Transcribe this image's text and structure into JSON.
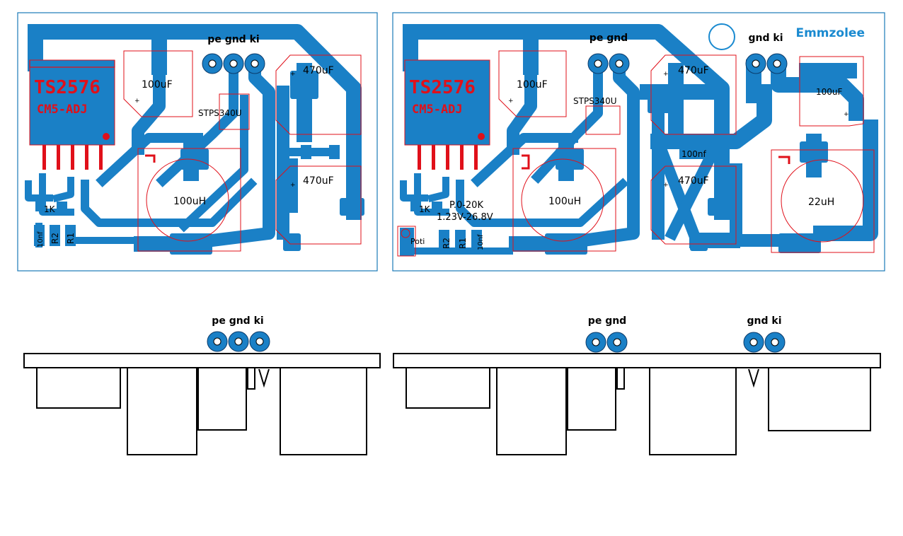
{
  "colors": {
    "copper": "#1a80c6",
    "silk": "#e0101a",
    "outline": "#1a7ab8",
    "pin_hole": "#ffffff",
    "side_view": "#000000"
  },
  "board_left": {
    "chip_name": "TS2576",
    "chip_variant": "CM5-ADJ",
    "connector_label": "pe gnd ki",
    "c_in": "100uF",
    "diode": "STPS340U",
    "c_out_1": "470uF",
    "c_out_2": "470uF",
    "inductor": "100uH",
    "resistor_1k": "1K",
    "cap_10n": "10nf",
    "r2": "R2",
    "r1": "R1"
  },
  "board_right": {
    "brand": "Emmzolee",
    "chip_name": "TS2576",
    "chip_variant": "CM5-ADJ",
    "connector_out_label": "pe gnd",
    "connector_in_label": "gnd ki",
    "c_in": "100uF",
    "diode": "STPS340U",
    "c_out_1": "470uF",
    "c_out_2": "470uF",
    "cap_100n": "100nf",
    "c_filter": "100uF",
    "inductor_1": "100uH",
    "inductor_2": "22uH",
    "pot_range": "P.0-20K",
    "voltage_range": "1.23V-26.8V",
    "pot_label": "Poti",
    "resistor_1k": "1K",
    "r2": "R2",
    "r1": "R1",
    "cap_10n": "10nf"
  },
  "side_left": {
    "connector_label": "pe gnd ki"
  },
  "side_right": {
    "connector_out_label": "pe gnd",
    "connector_in_label": "gnd ki"
  }
}
